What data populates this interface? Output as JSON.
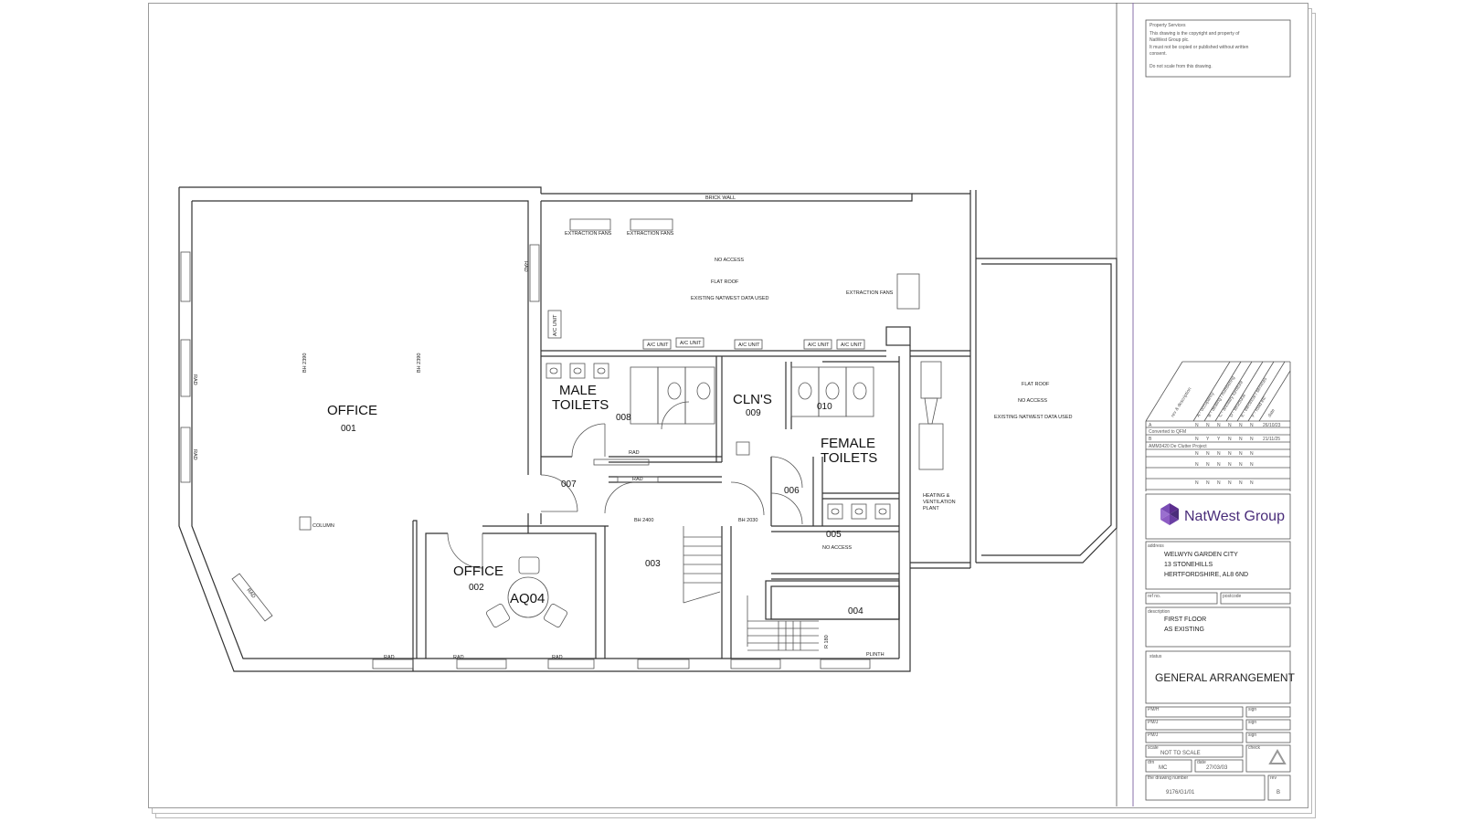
{
  "plan": {
    "rooms": [
      {
        "name": "OFFICE",
        "number": "001"
      },
      {
        "name": "OFFICE",
        "number": "002"
      },
      {
        "name": "",
        "number": "003"
      },
      {
        "name": "",
        "number": "004"
      },
      {
        "name": "",
        "number": "005"
      },
      {
        "name": "",
        "number": "006"
      },
      {
        "name": "",
        "number": "007"
      },
      {
        "name": "MALE\nTOILETS",
        "number": "008"
      },
      {
        "name": "CLN'S",
        "number": "009"
      },
      {
        "name": "FEMALE\nTOILETS",
        "number": "010"
      }
    ],
    "labels": {
      "male_toilets_1": "MALE",
      "male_toilets_2": "TOILETS",
      "female_toilets_1": "FEMALE",
      "female_toilets_2": "TOILETS",
      "cln": "CLN'S",
      "office_a": "OFFICE",
      "office_b": "OFFICE",
      "meeting": "AQ04",
      "brick_wall": "BRICK WALL",
      "extraction_fans_1": "EXTRACTION FANS",
      "extraction_fans_2": "EXTRACTION FANS",
      "extraction_fans_3": "EXTRACTION FANS",
      "no_access_1": "NO ACCESS",
      "flat_roof_1": "FLAT ROOF",
      "existing_1": "EXISTING NATWEST DATA USED",
      "flat_roof_2": "FLAT ROOF",
      "no_access_2": "NO ACCESS",
      "existing_2": "EXISTING NATWEST DATA USED",
      "no_access_3": "NO ACCESS",
      "ac_unit": "A/C UNIT",
      "rad": "RAD",
      "column": "COLUMN",
      "bh_2390": "BH 2390",
      "bh_2400": "BH 2400",
      "bh_2030": "BH 2030",
      "heating_1": "HEATING &",
      "heating_2": "VENTILATION",
      "heating_3": "PLANT",
      "plinth": "PLINTH",
      "r180": "R 180"
    }
  },
  "title_block": {
    "notes": {
      "heading": "Property Services",
      "line1": "This drawing is the copyright and property of",
      "line2": "NatWest Group plc.",
      "line3": "It must not be copied or published without written",
      "line4": "consent.",
      "line5": "Do not scale from this drawing."
    },
    "revision_headers": [
      "rev & description",
      "A - occupancy",
      "B - dealing / numbering",
      "C - ancillary furniture",
      "D - structural",
      "E - electrical / services",
      "F - road etc",
      "date"
    ],
    "revisions": [
      {
        "rev": "A",
        "flags": [
          "N",
          "N",
          "N",
          "N",
          "N",
          "N"
        ],
        "date": "26/10/23",
        "desc": "Converted to QFM"
      },
      {
        "rev": "B",
        "flags": [
          "N",
          "Y",
          "Y",
          "N",
          "N",
          "N"
        ],
        "date": "21/11/25",
        "desc": "AMM3420 De Clutter Project"
      },
      {
        "rev": "",
        "flags": [
          "N",
          "N",
          "N",
          "N",
          "N",
          "N"
        ],
        "date": "",
        "desc": ""
      },
      {
        "rev": "",
        "flags": [
          "N",
          "N",
          "N",
          "N",
          "N",
          "N"
        ],
        "date": "",
        "desc": ""
      },
      {
        "rev": "",
        "flags": [
          "N",
          "N",
          "N",
          "N",
          "N",
          "N"
        ],
        "date": "",
        "desc": ""
      }
    ],
    "logo": "NatWest Group",
    "brand_color": "#4a2d7a",
    "address": {
      "caption": "address",
      "line1": "WELWYN GARDEN CITY",
      "line2": "13 STONEHILLS",
      "line3": "HERTFORDSHIRE, AL8 6ND"
    },
    "ref_caption": "ref no.",
    "postcode_caption": "postcode",
    "description": {
      "caption": "description",
      "line1": "FIRST FLOOR",
      "line2": "AS EXISTING"
    },
    "status": {
      "caption": "status",
      "value": "GENERAL ARRANGEMENT"
    },
    "sign_captions": [
      "PM/H",
      "PM/J",
      "PM/J"
    ],
    "sign_right": [
      "sign",
      "sign",
      "sign"
    ],
    "scale_caption": "scale",
    "scale": "NOT TO SCALE",
    "drawn_caption": "drn",
    "drawn": "MC",
    "date_caption": "date",
    "date": "27/03/03",
    "checked_caption": "check",
    "drawing_no_caption": "the drawing number",
    "drawing_no": "9176/G1/01",
    "rev_caption": "rev",
    "rev": "B"
  }
}
